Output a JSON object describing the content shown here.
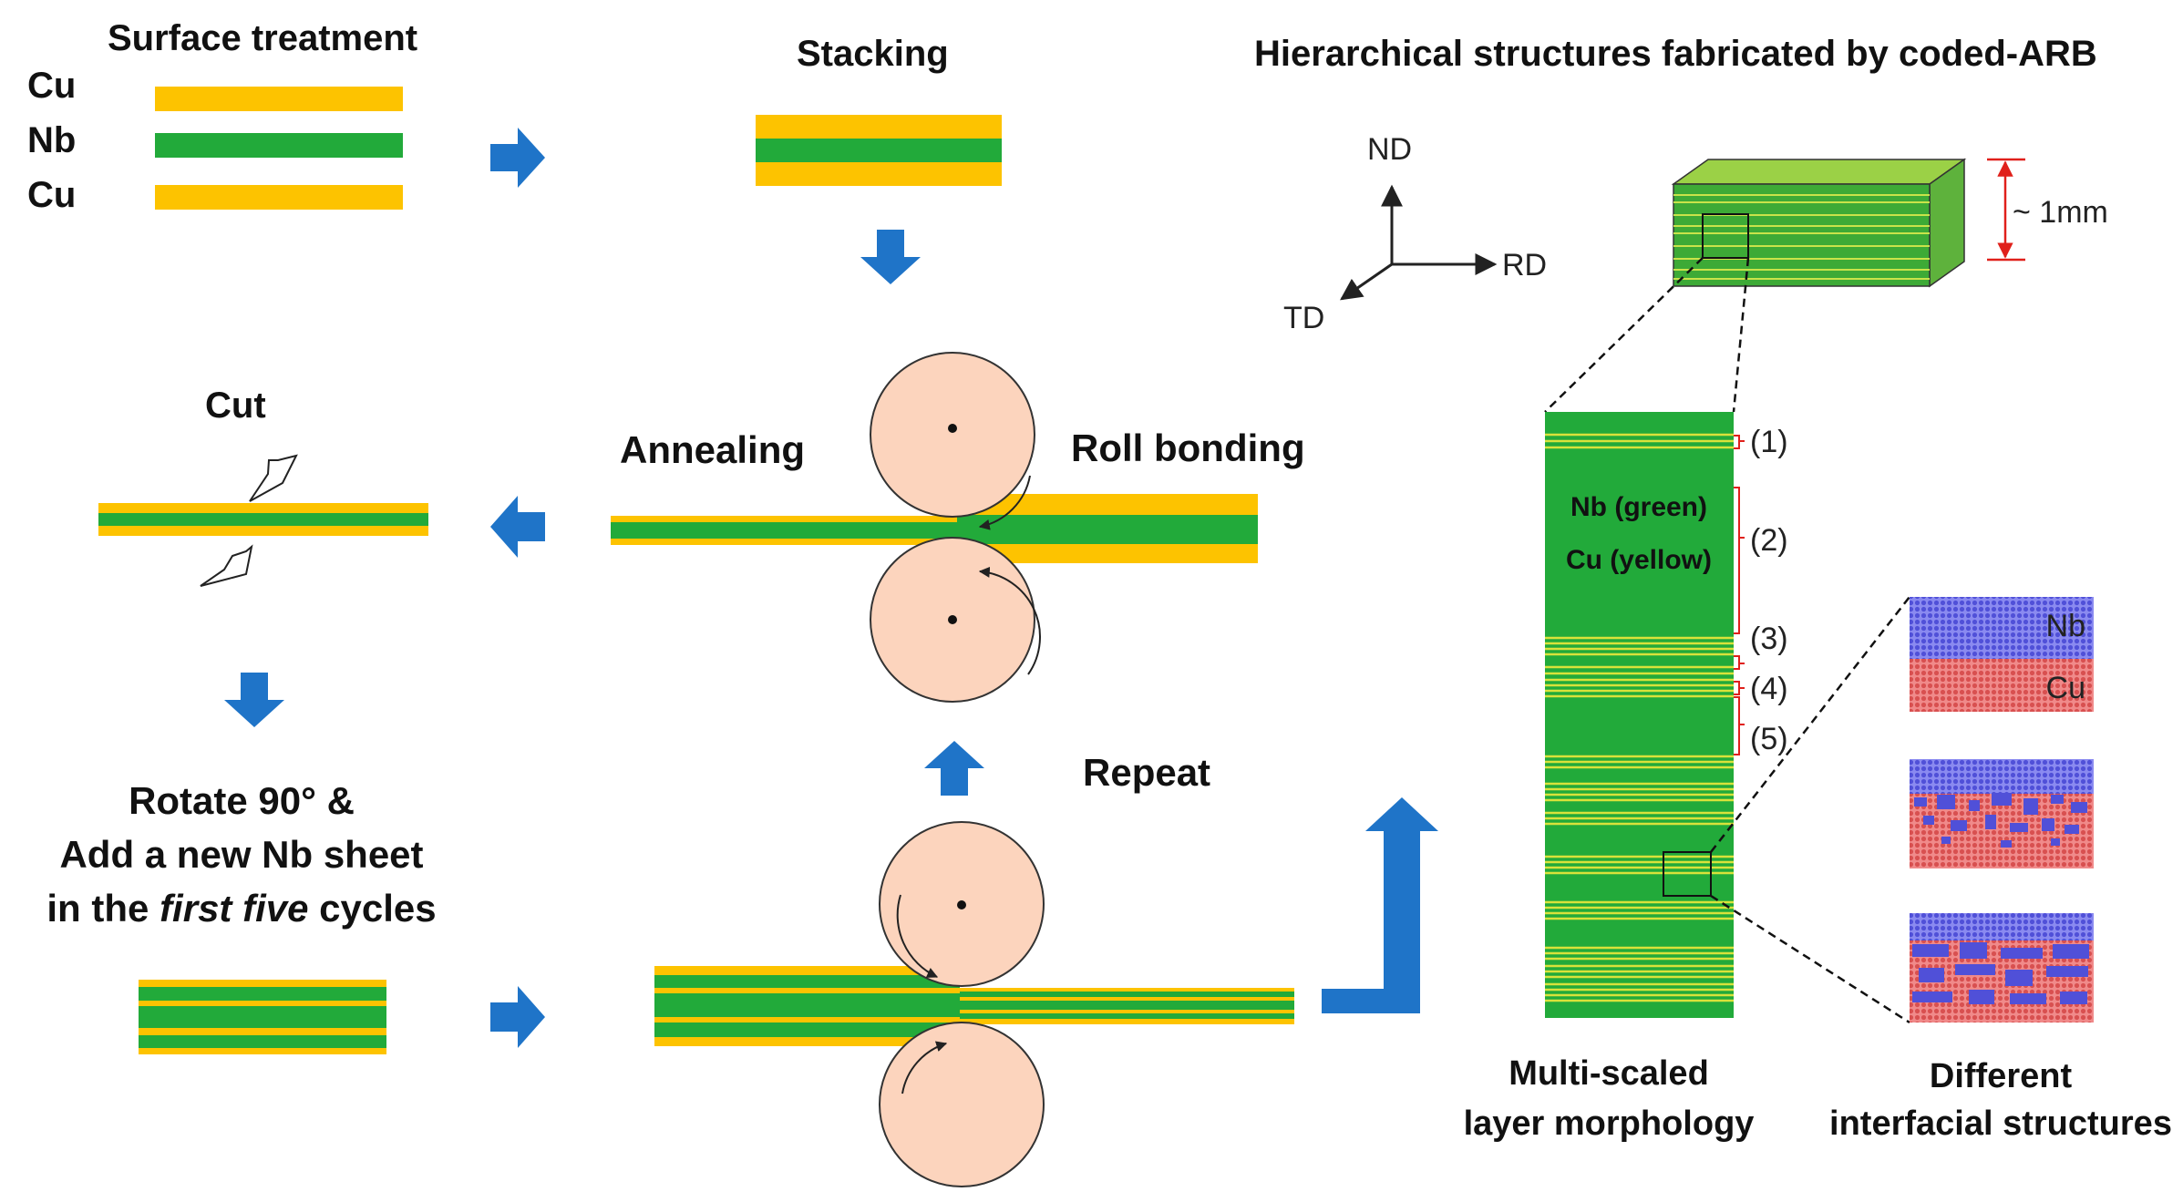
{
  "colors": {
    "cu": "#FDC300",
    "nb": "#22AA3A",
    "arrow": "#1F74C8",
    "roll": "#FCD4BD",
    "accent_red": "#E0201B",
    "nb_atoms": "#6D6DE8",
    "cu_atoms": "#E36565"
  },
  "headings": {
    "surface_treatment": "Surface treatment",
    "stacking": "Stacking",
    "hierarchical": "Hierarchical structures fabricated by coded-ARB",
    "cut": "Cut",
    "annealing": "Annealing",
    "roll_bonding": "Roll bonding",
    "repeat": "Repeat",
    "rotate_line1": "Rotate 90°   &",
    "rotate_line2": "Add a new Nb sheet",
    "rotate_line3_a": "in the ",
    "rotate_line3_b": "first five",
    "rotate_line3_c": " cycles",
    "multi_scaled_1": "Multi-scaled",
    "multi_scaled_2": "layer morphology",
    "different_1": "Different",
    "different_2": "interfacial structures"
  },
  "sheet_labels": [
    "Cu",
    "Nb",
    "Cu"
  ],
  "axes": {
    "nd": "ND",
    "rd": "RD",
    "td": "TD"
  },
  "thickness": "~ 1mm",
  "column_labels": {
    "nb": "Nb (green)",
    "cu": "Cu (yellow)"
  },
  "regions": [
    "(1)",
    "(2)",
    "(3)",
    "(4)",
    "(5)"
  ],
  "interface_labels": {
    "nb": "Nb",
    "cu": "Cu"
  },
  "icons": [
    "arrow-right-icon",
    "arrow-down-icon",
    "arrow-left-icon",
    "arrow-up-icon",
    "l-arrow-up-icon",
    "roll-icon",
    "blade-icon",
    "axes-icon"
  ]
}
